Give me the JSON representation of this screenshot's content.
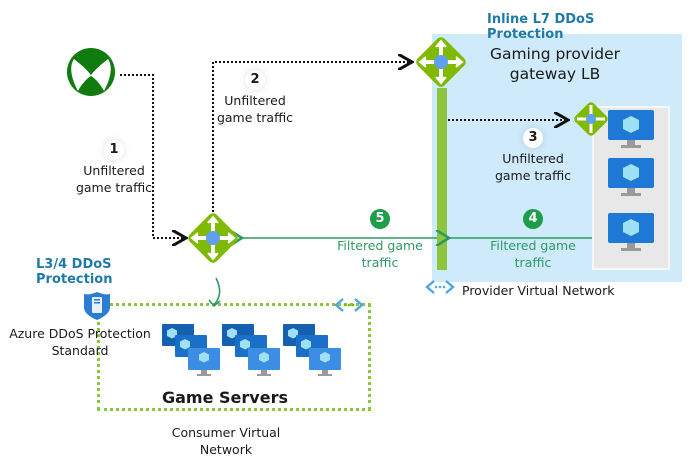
{
  "diagram": {
    "inline_protection_title": "Inline L7 DDoS Protection",
    "gateway_lb_title_line1": "Gaming provider",
    "gateway_lb_title_line2": "gateway LB",
    "l34_protection_line1": "L3/4 DDoS",
    "l34_protection_line2": "Protection",
    "azure_ddos_line1": "Azure DDoS Protection",
    "azure_ddos_line2": "Standard",
    "game_servers_label": "Game Servers",
    "consumer_vnet_line1": "Consumer Virtual",
    "consumer_vnet_line2": "Network",
    "provider_vnet_label": "Provider Virtual Network",
    "steps": [
      {
        "number": "1",
        "line1": "Unfiltered",
        "line2": "game traffic",
        "filtered": false
      },
      {
        "number": "2",
        "line1": "Unfiltered",
        "line2": "game traffic",
        "filtered": false
      },
      {
        "number": "3",
        "line1": "Unfiltered",
        "line2": "game traffic",
        "filtered": false
      },
      {
        "number": "4",
        "line1": "Filtered game",
        "line2": "traffic",
        "filtered": true
      },
      {
        "number": "5",
        "line1": "Filtered game",
        "line2": "traffic",
        "filtered": true
      }
    ],
    "icons": {
      "client": "xbox-icon",
      "load_balancer": "load-balancer-icon",
      "vm": "virtual-machine-icon",
      "vm_scale_set": "vm-scale-set-icon",
      "shield": "ddos-shield-icon",
      "vnet": "virtual-network-icon"
    },
    "colors": {
      "xbox_green": "#107c10",
      "lb_green": "#7fba00",
      "filtered_green": "#2e9a62",
      "title_blue": "#1f7aa8",
      "provider_bg": "#cfeafb",
      "vm_blue": "#1e78d6"
    }
  }
}
